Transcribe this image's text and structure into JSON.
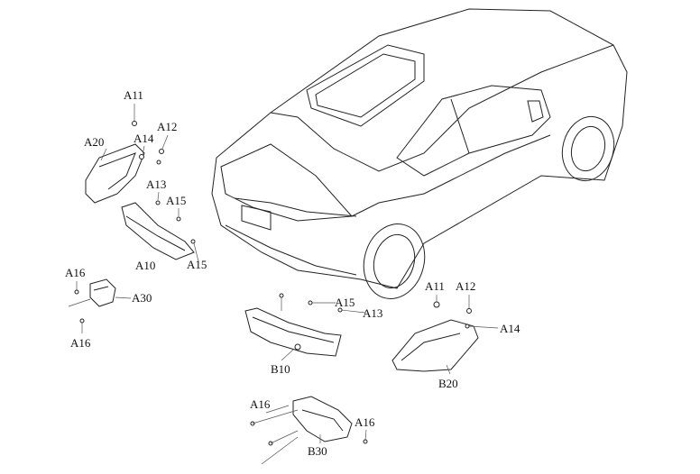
{
  "diagram": {
    "labels": {
      "a11_left": "A11",
      "a20": "A20",
      "a14_left": "A14",
      "a12_left": "A12",
      "a13_left": "A13",
      "a15_left_top": "A15",
      "a10": "A10",
      "a15_left_bottom": "A15",
      "a16_left_top": "A16",
      "a30": "A30",
      "a16_left_bottom": "A16",
      "a15_center": "A15",
      "a13_center": "A13",
      "b10": "B10",
      "a11_right": "A11",
      "a12_right": "A12",
      "a14_right": "A14",
      "b20": "B20",
      "a16_bottom_left": "A16",
      "a16_bottom_right": "A16",
      "b30": "B30"
    }
  }
}
